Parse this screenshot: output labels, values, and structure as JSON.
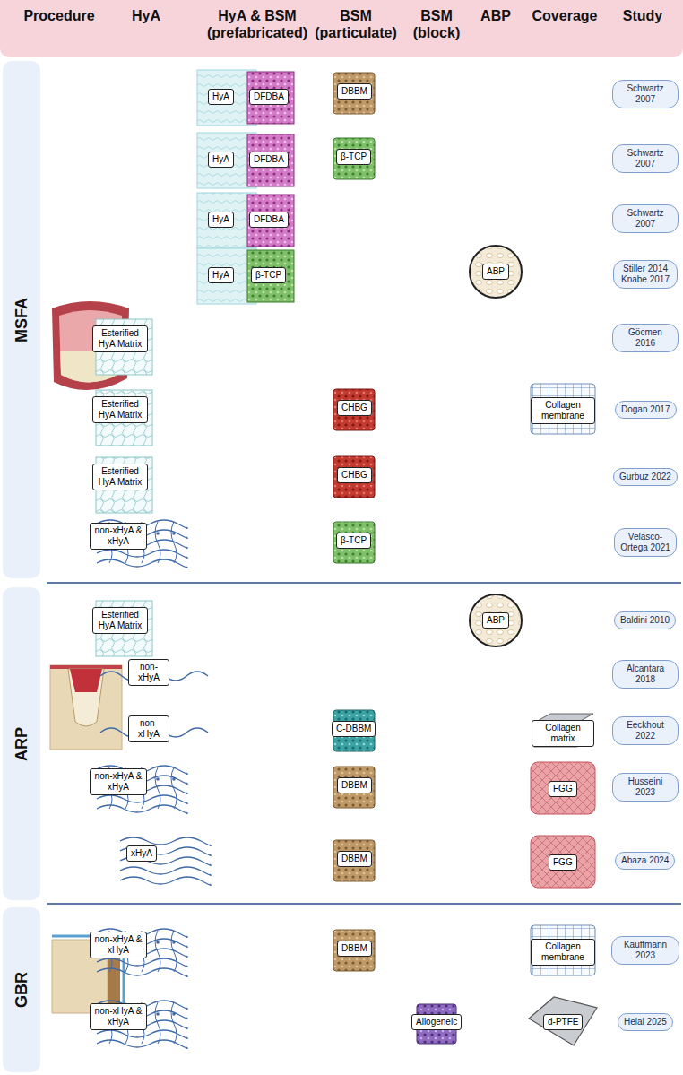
{
  "diagram": {
    "nodes": [
      {
        "text": [
          "Procedure",
          "HyA",
          "HyA & BSM (prefabricated)",
          "BSM (particulate)",
          "BSM (block)",
          "ABP",
          "Coverage",
          "Study"
        ]
      },
      {
        "text": [
          "MSFA"
        ]
      },
      {
        "text": [
          "HyA"
        ]
      },
      {
        "text": [
          "DFDBA"
        ]
      },
      {
        "text": [
          "DBBM"
        ]
      },
      {
        "text": [
          "Schwartz 2007"
        ]
      },
      {
        "text": [
          "HyA"
        ]
      },
      {
        "text": [
          "DFDBA"
        ]
      },
      {
        "text": [
          "β-TCP"
        ]
      },
      {
        "text": [
          "Schwartz 2007"
        ]
      },
      {
        "text": [
          "HyA"
        ]
      },
      {
        "text": [
          "DFDBA"
        ]
      },
      {
        "text": [
          "Schwartz 2007"
        ]
      },
      {
        "text": [
          "HyA"
        ]
      },
      {
        "text": [
          "β-TCP"
        ]
      },
      {
        "text": [
          "ABP"
        ]
      },
      {
        "text": [
          "Stiller 2014 Knabe 2017"
        ]
      },
      {
        "text": [
          "Esterified HyA Matrix"
        ]
      },
      {
        "text": [
          "Göcmen 2016"
        ]
      },
      {
        "text": [
          "Esterified HyA Matrix"
        ]
      },
      {
        "text": [
          "CHBG"
        ]
      },
      {
        "text": [
          "Collagen membrane"
        ]
      },
      {
        "text": [
          "Dogan 2017"
        ]
      },
      {
        "text": [
          "Esterified HyA Matrix"
        ]
      },
      {
        "text": [
          "CHBG"
        ]
      },
      {
        "text": [
          "Gurbuz 2022"
        ]
      },
      {
        "text": [
          "non-xHyA & xHyA"
        ]
      },
      {
        "text": [
          "β-TCP"
        ]
      },
      {
        "text": [
          "Velasco-Ortega 2021"
        ]
      },
      {
        "text": [
          "ARP"
        ]
      },
      {
        "text": [
          "Esterified HyA Matrix"
        ]
      },
      {
        "text": [
          "ABP"
        ]
      },
      {
        "text": [
          "Baldini 2010"
        ]
      },
      {
        "text": [
          "non-xHyA"
        ]
      },
      {
        "text": [
          "Alcantara 2018"
        ]
      },
      {
        "text": [
          "non-xHyA"
        ]
      },
      {
        "text": [
          "C-DBBM"
        ]
      },
      {
        "text": [
          "Collagen matrix"
        ]
      },
      {
        "text": [
          "Eeckhout 2022"
        ]
      },
      {
        "text": [
          "non-xHyA & xHyA"
        ]
      },
      {
        "text": [
          "DBBM"
        ]
      },
      {
        "text": [
          "FGG"
        ]
      },
      {
        "text": [
          "Husseini 2023"
        ]
      },
      {
        "text": [
          "xHyA"
        ]
      },
      {
        "text": [
          "DBBM"
        ]
      },
      {
        "text": [
          "FGG"
        ]
      },
      {
        "text": [
          "Abaza 2024"
        ]
      },
      {
        "text": [
          "GBR"
        ]
      },
      {
        "text": [
          "non-xHyA & xHyA"
        ]
      },
      {
        "text": [
          "DBBM"
        ]
      },
      {
        "text": [
          "Collagen membrane"
        ]
      },
      {
        "text": [
          "Kauffmann 2023"
        ]
      },
      {
        "text": [
          "non-xHyA & xHyA"
        ]
      },
      {
        "text": [
          "Allogeneic"
        ]
      },
      {
        "text": [
          "d-PTFE"
        ]
      },
      {
        "text": [
          "Helal 2025"
        ]
      }
    ]
  }
}
